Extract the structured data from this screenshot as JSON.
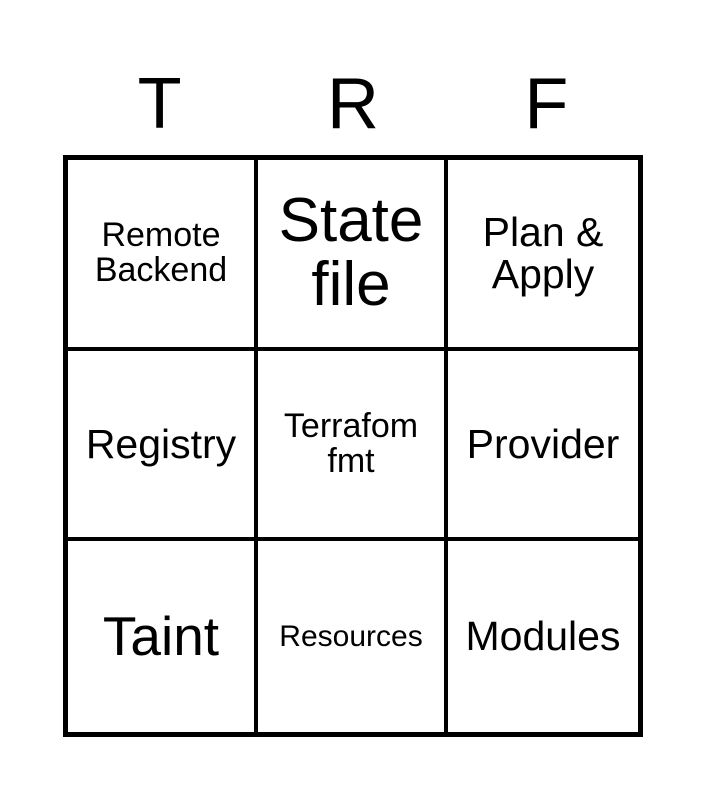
{
  "card": {
    "type": "bingo-card",
    "grid_size": "3x3",
    "title_letters": [
      "T",
      "R",
      "F"
    ],
    "border_color": "#000000",
    "background_color": "#ffffff",
    "text_color": "#000000"
  },
  "header": {
    "letters": [
      {
        "label": "T"
      },
      {
        "label": "R"
      },
      {
        "label": "F"
      }
    ]
  },
  "grid": {
    "rows": [
      {
        "cells": [
          {
            "label": "Remote\nBackend",
            "size": "size-sm"
          },
          {
            "label": "State\nfile",
            "size": "size-xl"
          },
          {
            "label": "Plan &\nApply",
            "size": "size-md"
          }
        ]
      },
      {
        "cells": [
          {
            "label": "Registry",
            "size": "size-md"
          },
          {
            "label": "Terrafom\nfmt",
            "size": "size-sm"
          },
          {
            "label": "Provider",
            "size": "size-md"
          }
        ]
      },
      {
        "cells": [
          {
            "label": "Taint",
            "size": "size-lg"
          },
          {
            "label": "Resources",
            "size": "size-xs"
          },
          {
            "label": "Modules",
            "size": "size-md"
          }
        ]
      }
    ]
  }
}
